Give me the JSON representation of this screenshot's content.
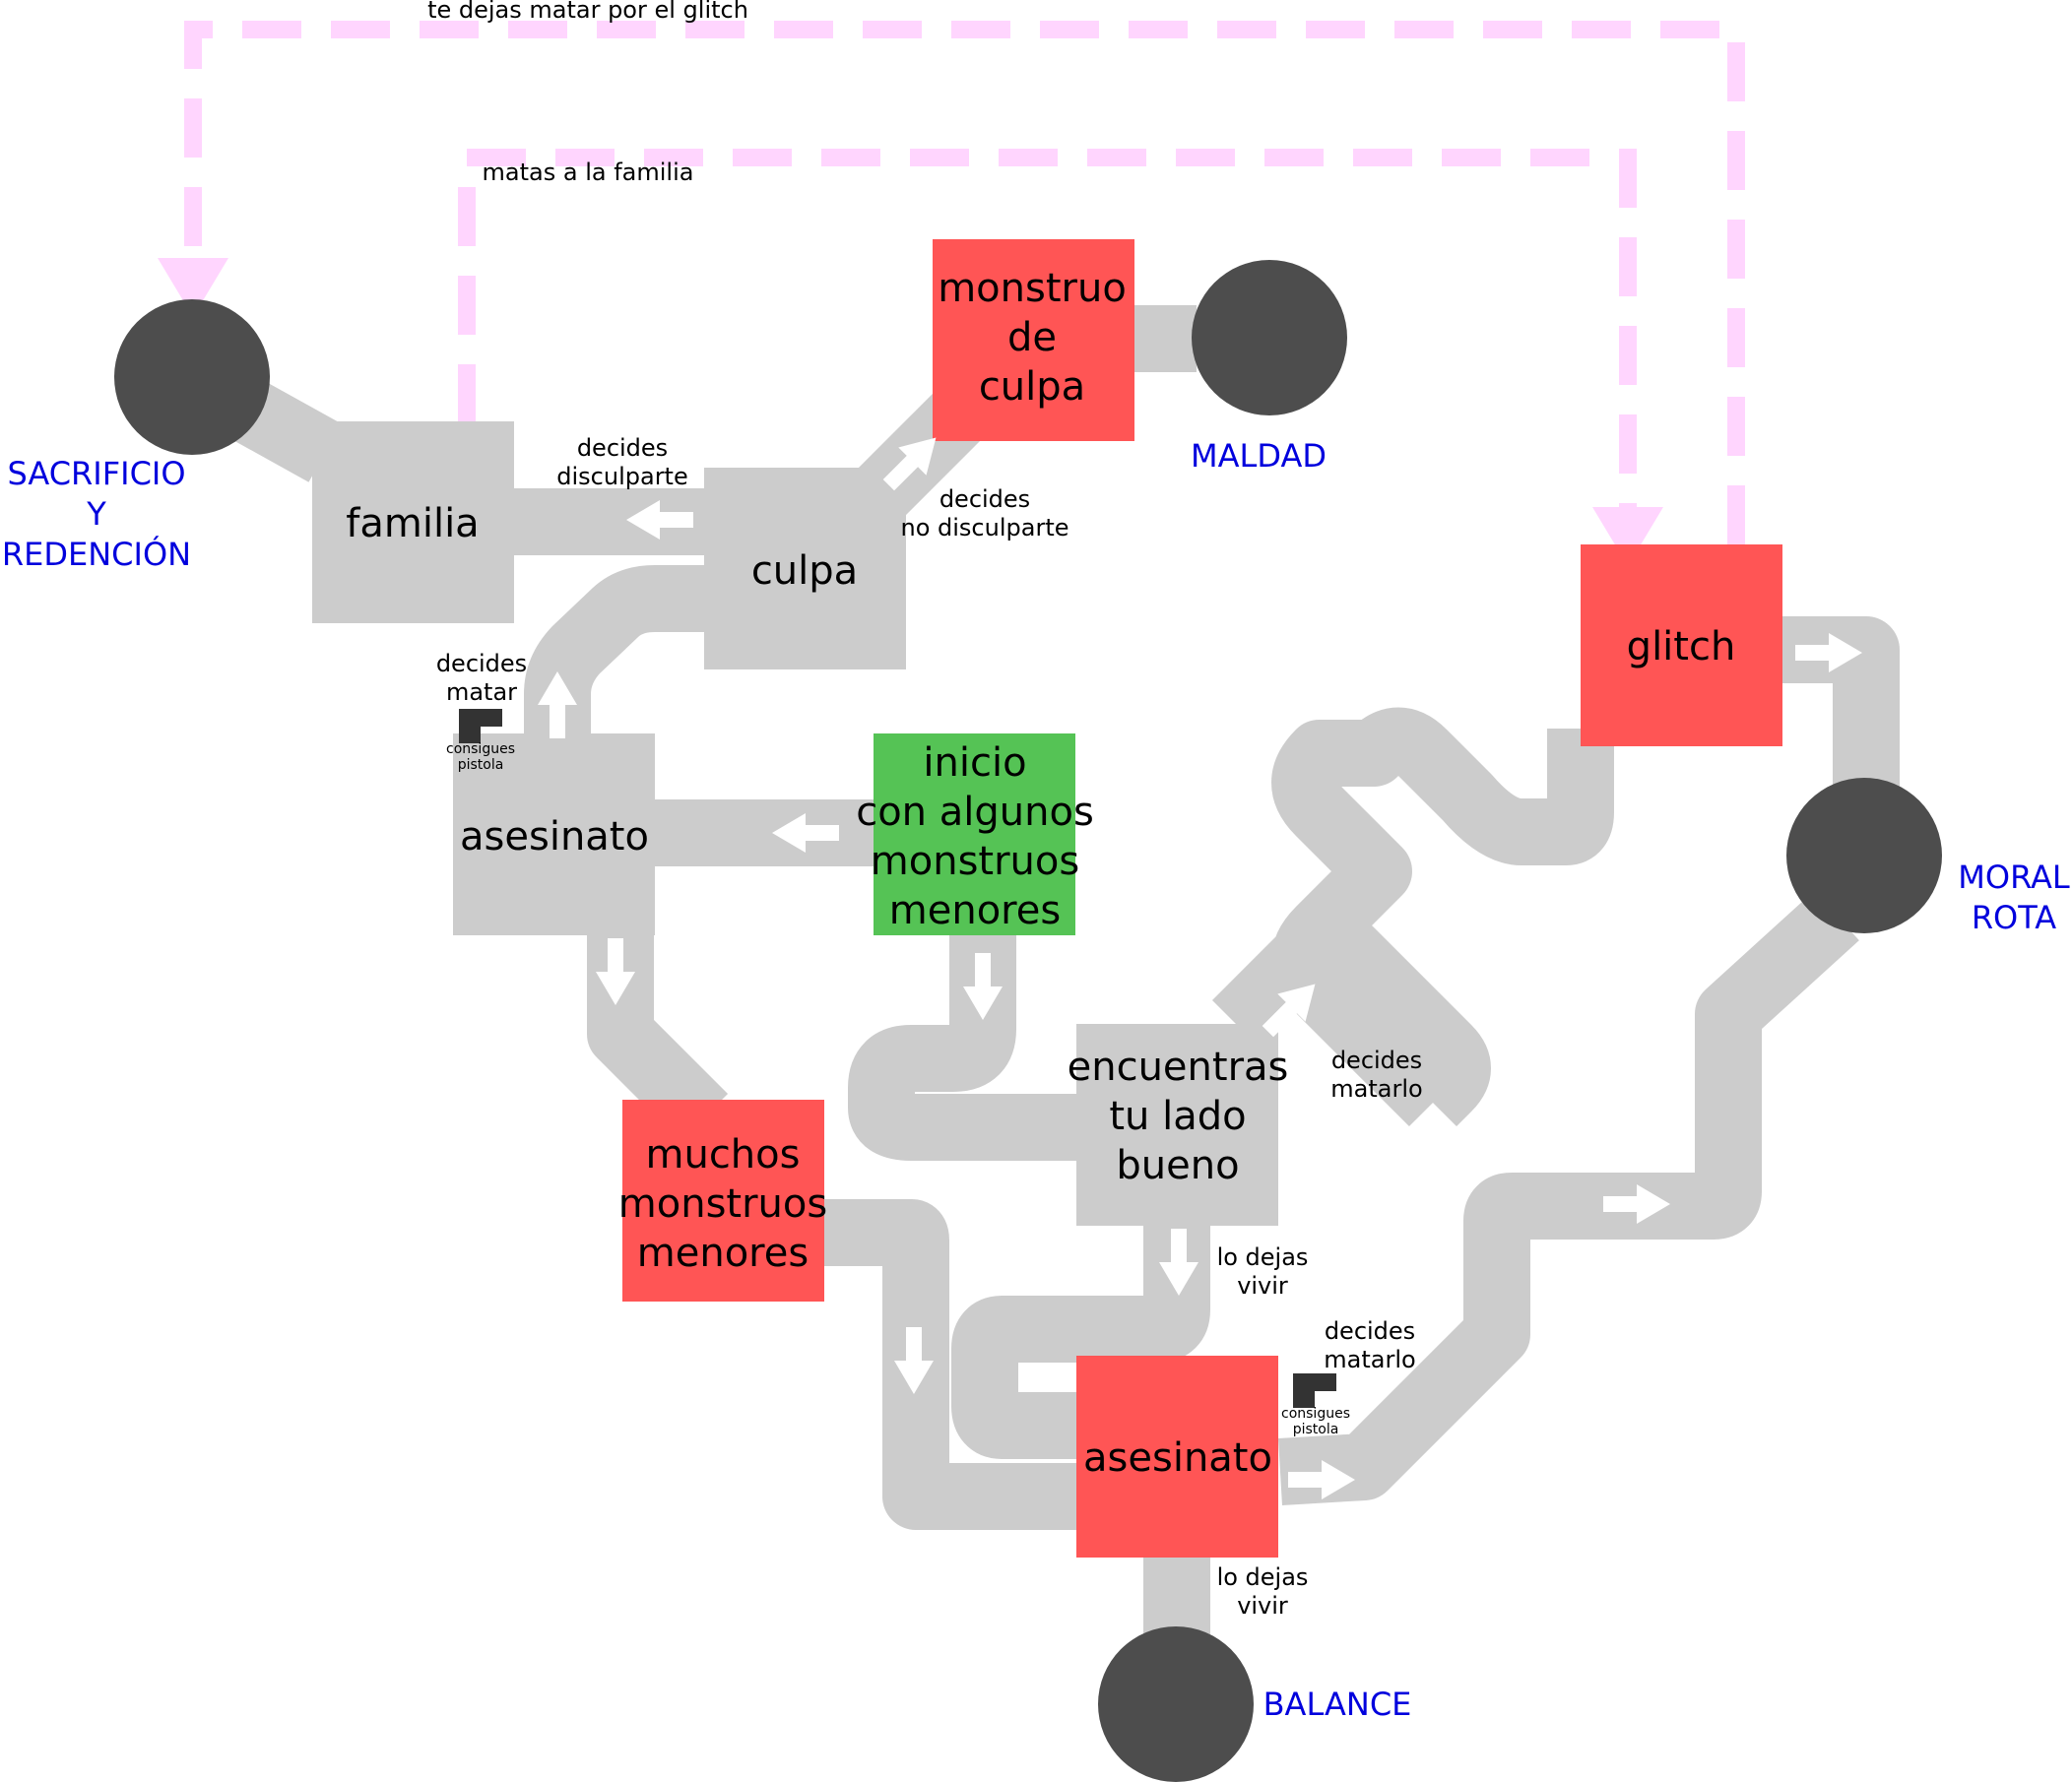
{
  "colors": {
    "path": "#cccccc",
    "dashed": "#ffd5fe",
    "arrow": "#ffffff",
    "red": "#ff5555",
    "green": "#55c355",
    "gray_node": "#cccccc",
    "ending": "#4d4d4d",
    "ending_text": "#0000dd",
    "pistol": "#333333"
  },
  "nodes": {
    "familia": {
      "lines": [
        "familia"
      ]
    },
    "culpa": {
      "lines": [
        "culpa"
      ]
    },
    "monstruo": {
      "lines": [
        "monstruo",
        "de",
        "culpa"
      ]
    },
    "asesinato_top": {
      "lines": [
        "asesinato"
      ]
    },
    "inicio": {
      "lines": [
        "inicio",
        "con algunos",
        "monstruos",
        "menores"
      ]
    },
    "muchos": {
      "lines": [
        "muchos",
        "monstruos",
        "menores"
      ]
    },
    "encuentras": {
      "lines": [
        "encuentras",
        "tu lado",
        "bueno"
      ]
    },
    "asesinato_bottom": {
      "lines": [
        "asesinato"
      ]
    },
    "glitch": {
      "lines": [
        "glitch"
      ]
    }
  },
  "endings": {
    "sacrificio": {
      "lines": [
        "SACRIFICIO",
        "Y",
        "REDENCIÓN"
      ]
    },
    "maldad": {
      "lines": [
        "MALDAD"
      ]
    },
    "moral": {
      "lines": [
        "MORAL",
        "ROTA"
      ]
    },
    "balance": {
      "lines": [
        "BALANCE"
      ]
    }
  },
  "edge_labels": {
    "te_dejas": {
      "lines": [
        "te dejas matar por el glitch"
      ]
    },
    "matas_familia": {
      "lines": [
        "matas a la familia"
      ]
    },
    "disculparte": {
      "lines": [
        "decides",
        "disculparte"
      ]
    },
    "no_disculparte": {
      "lines": [
        "decides",
        "no disculparte"
      ]
    },
    "matar": {
      "lines": [
        "decides",
        "matar"
      ]
    },
    "matarlo_mid": {
      "lines": [
        "decides",
        "matarlo"
      ]
    },
    "vivir_mid": {
      "lines": [
        "lo dejas",
        "vivir"
      ]
    },
    "matarlo_low": {
      "lines": [
        "decides",
        "matarlo"
      ]
    },
    "vivir_low": {
      "lines": [
        "lo dejas",
        "vivir"
      ]
    }
  },
  "pistol_labels": {
    "top": {
      "lines": [
        "consigues",
        "pistola"
      ]
    },
    "bottom": {
      "lines": [
        "consigues",
        "pistola"
      ]
    }
  }
}
